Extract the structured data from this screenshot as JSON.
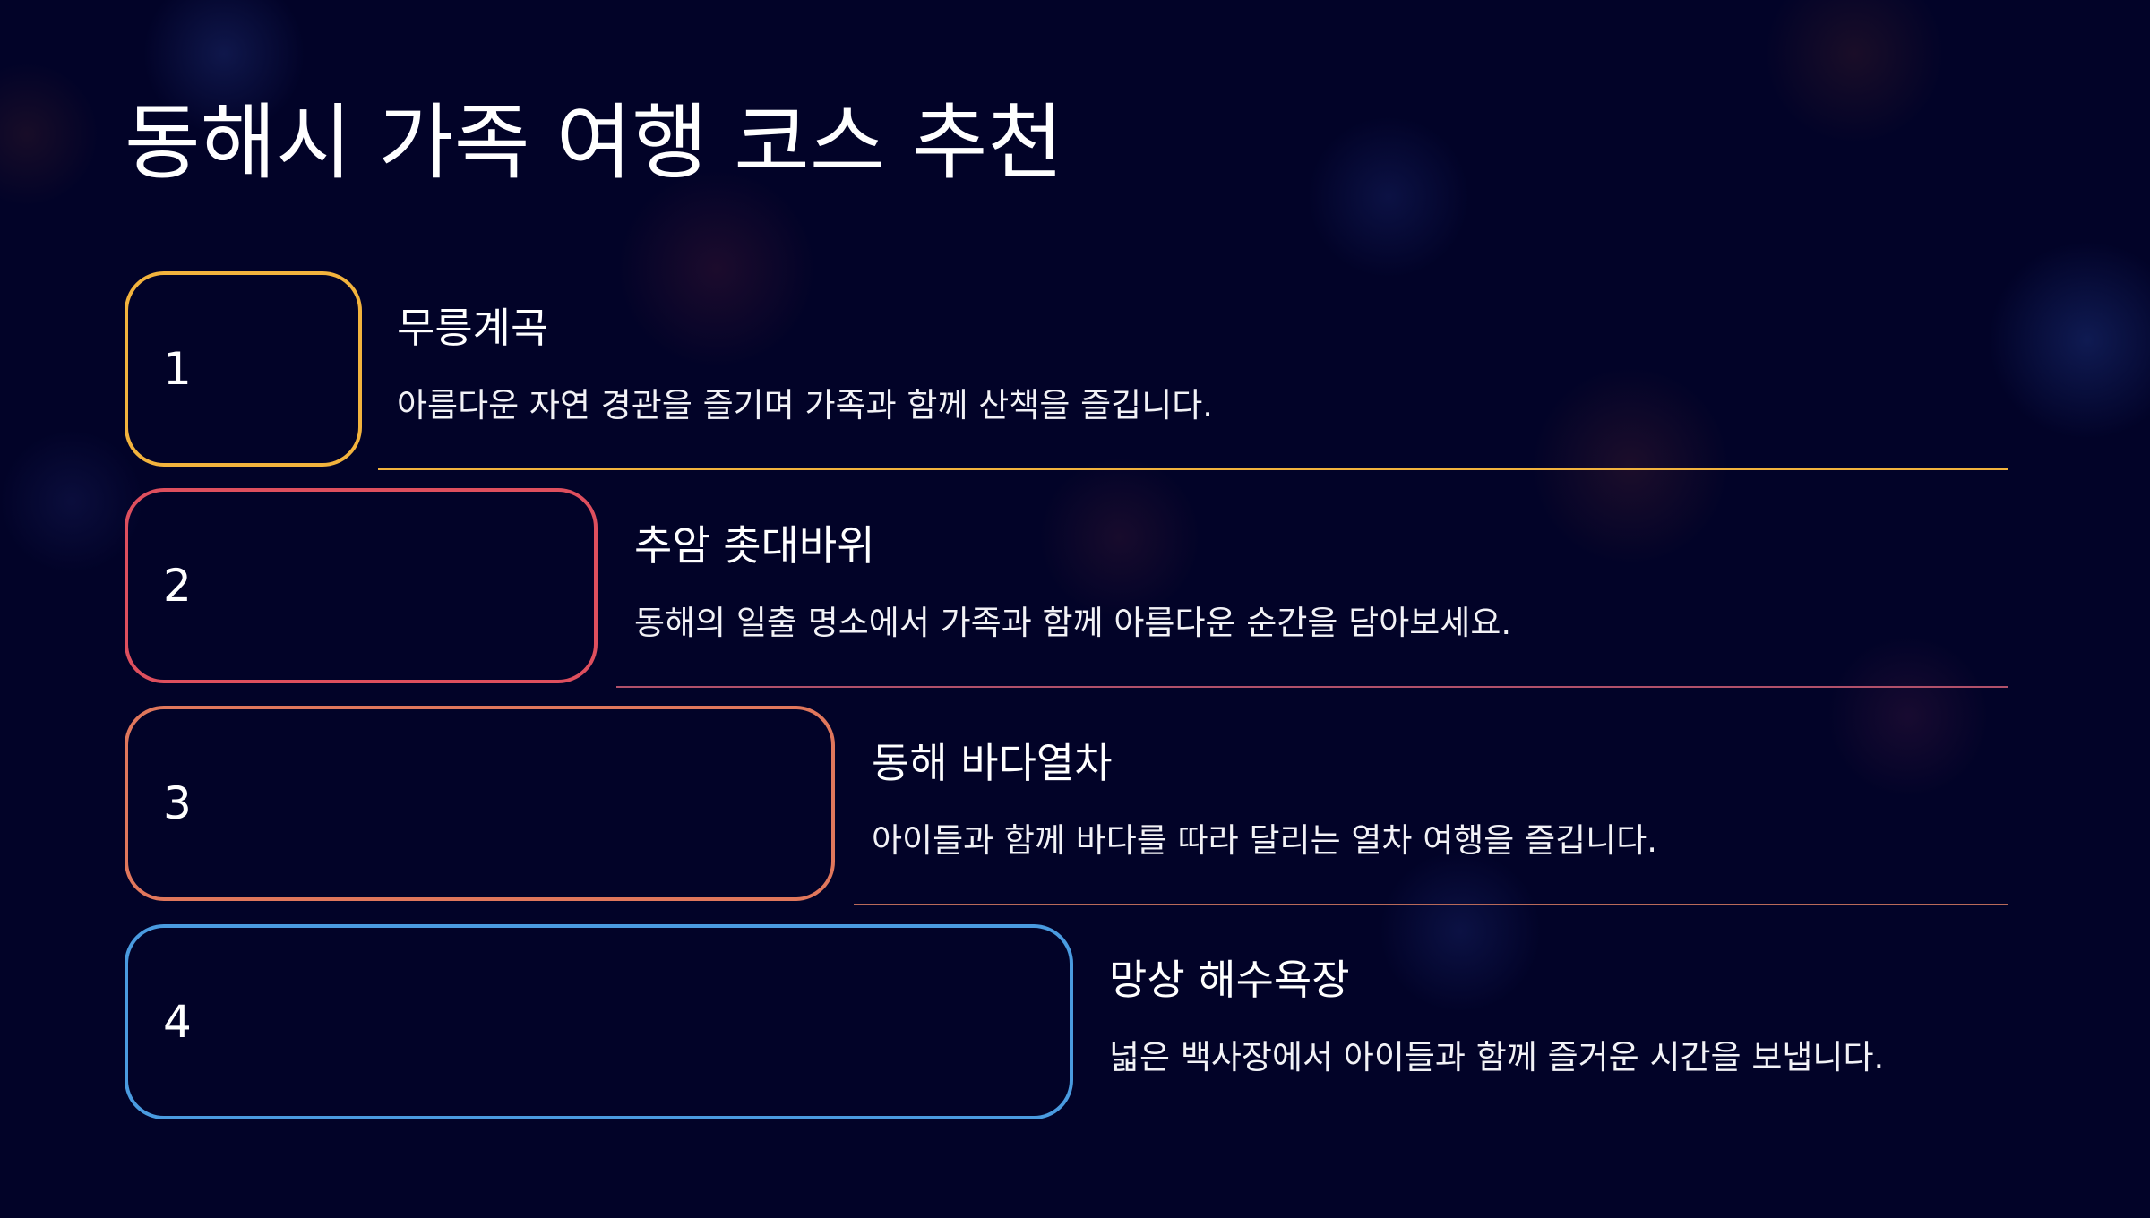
{
  "slide": {
    "title": "동해시 가족 여행 코스 추천",
    "steps": [
      {
        "number": "1",
        "title": "무릉계곡",
        "description": "아름다운 자연 경관을 즐기며 가족과 함께 산책을 즐깁니다.",
        "color": "#F2B33D"
      },
      {
        "number": "2",
        "title": "추암 촛대바위",
        "description": "동해의 일출 명소에서 가족과 함께 아름다운 순간을 담아보세요.",
        "color": "#DE4F5E"
      },
      {
        "number": "3",
        "title": "동해 바다열차",
        "description": "아이들과 함께 바다를 따라 달리는 열차 여행을 즐깁니다.",
        "color": "#E0775C"
      },
      {
        "number": "4",
        "title": "망상 해수욕장",
        "description": "넓은 백사장에서 아이들과 함께 즐거운 시간을 보냅니다.",
        "color": "#4A9BE0"
      }
    ]
  }
}
